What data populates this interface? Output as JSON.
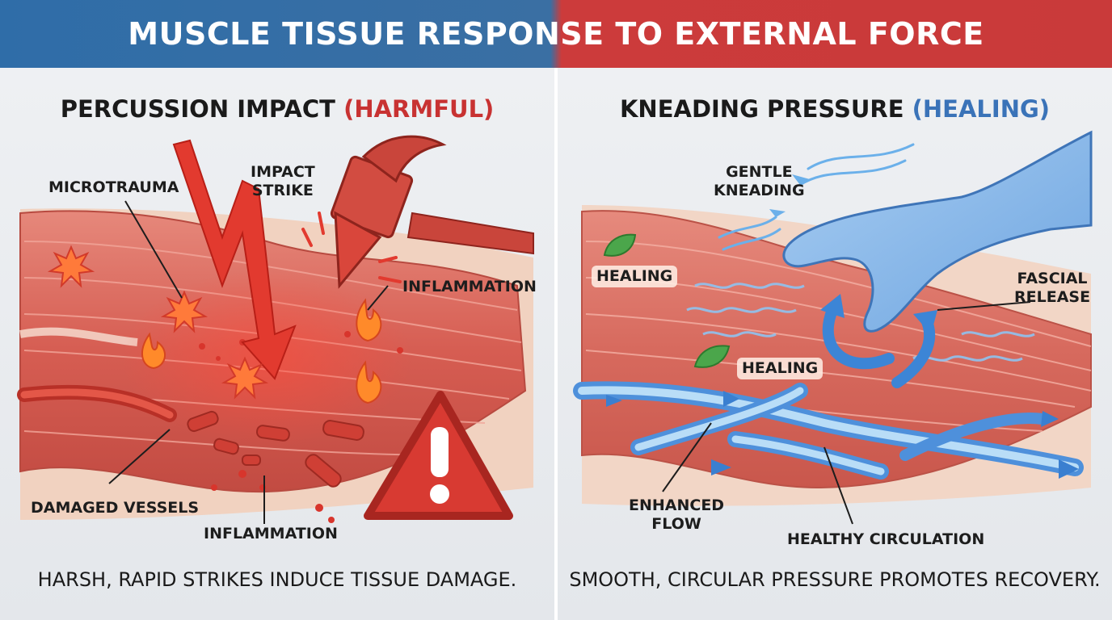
{
  "title": "MUSCLE TISSUE RESPONSE TO EXTERNAL FORCE",
  "left_panel": {
    "heading_main": "PERCUSSION IMPACT",
    "heading_tag": "(HARMFUL)",
    "labels": {
      "microtrauma": "MICROTRAUMA",
      "impact_strike": "IMPACT\nSTRIKE",
      "inflammation_top": "INFLAMMATION",
      "damaged_vessels": "DAMAGED VESSELS",
      "inflammation_bottom": "INFLAMMATION"
    },
    "caption": "HARSH, RAPID STRIKES INDUCE TISSUE DAMAGE."
  },
  "right_panel": {
    "heading_main": "KNEADING PRESSURE",
    "heading_tag": "(HEALING)",
    "labels": {
      "gentle_kneading": "GENTLE\nKNEADING",
      "healing_top": "HEALING",
      "fascial_release": "FASCIAL\nRELEASE",
      "healing_mid": "HEALING",
      "enhanced_flow": "ENHANCED\nFLOW",
      "healthy_circulation": "HEALTHY CIRCULATION"
    },
    "caption": "SMOOTH, CIRCULAR PRESSURE PROMOTES RECOVERY."
  },
  "colors": {
    "banner_blue": "#2f6da8",
    "banner_red": "#cc3b3b",
    "harm_red": "#c83232",
    "heal_blue": "#3a73b8",
    "muscle": "#d9675c"
  }
}
